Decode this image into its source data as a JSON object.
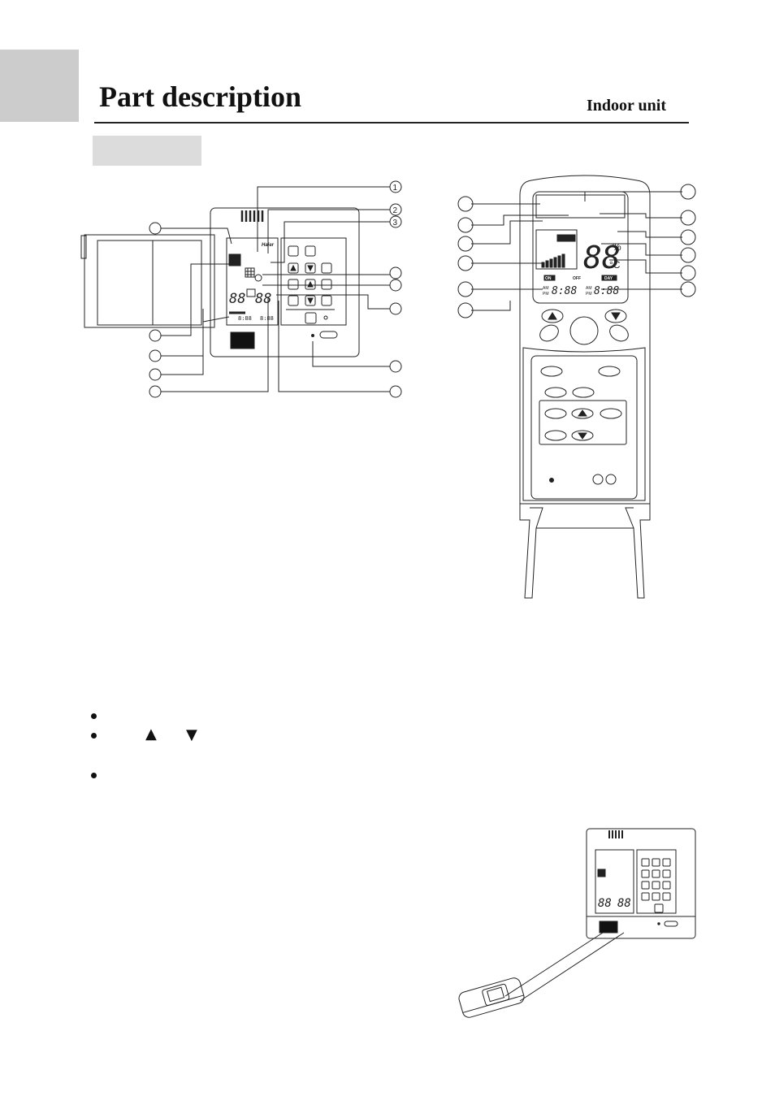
{
  "header": {
    "title": "Part description",
    "subtitle": "Indoor unit"
  },
  "wired_controller": {
    "callouts": [
      "1",
      "2",
      "3"
    ],
    "brand": "Haier",
    "digits": [
      "88",
      "88"
    ],
    "timers": [
      "8:88",
      "8:88"
    ]
  },
  "remote_controller": {
    "display_digits": "88",
    "unit_percent": "%",
    "unit_celsius": "°C",
    "on_label": "ON",
    "off_label": "OFF",
    "day_label": "DAY",
    "am_label": "AM",
    "pm_label": "PM",
    "clock_left": "8:88",
    "clock_right": "8:88"
  },
  "bullets": {
    "up_arrow": "▲",
    "down_arrow": "▼"
  },
  "colors": {
    "tab_grey": "#cccccc",
    "box_grey": "#dcdcdc",
    "line": "#222222"
  }
}
